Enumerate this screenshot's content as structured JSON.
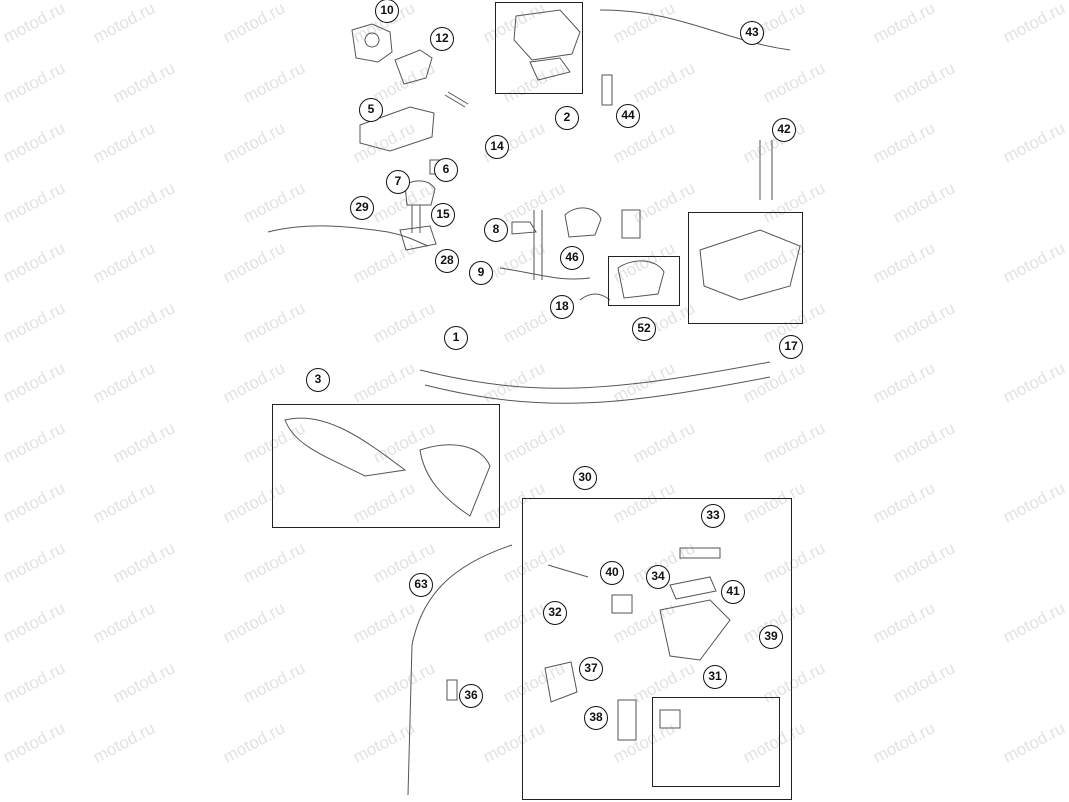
{
  "watermark": "motod.ru",
  "callouts": [
    "10",
    "12",
    "43",
    "2",
    "44",
    "5",
    "14",
    "42",
    "6",
    "7",
    "29",
    "15",
    "8",
    "46",
    "28",
    "9",
    "18",
    "52",
    "17",
    "1",
    "3",
    "30",
    "33",
    "40",
    "34",
    "41",
    "32",
    "39",
    "63",
    "37",
    "31",
    "36",
    "38"
  ]
}
